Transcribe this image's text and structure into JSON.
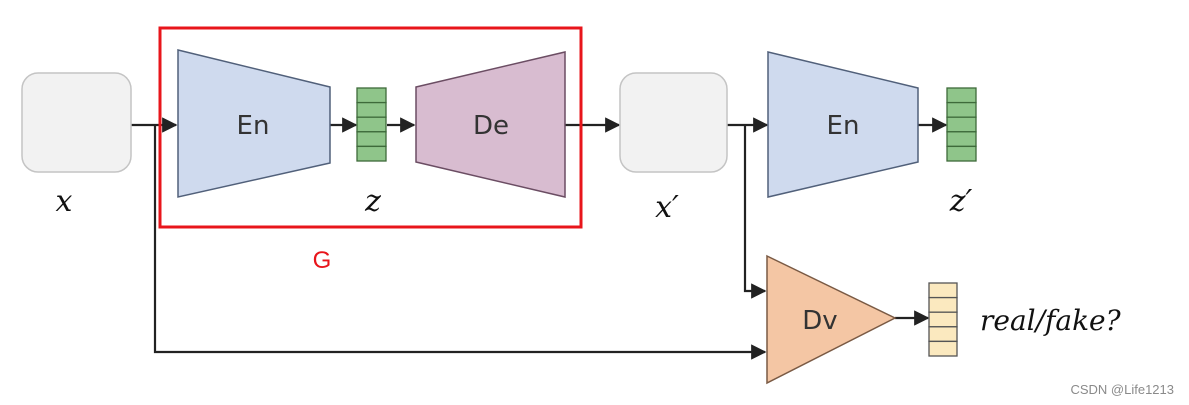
{
  "blocks": {
    "encoder1": "En",
    "decoder": "De",
    "encoder2": "En",
    "discriminator": "Dv"
  },
  "symbols": {
    "input": "x",
    "latent": "z",
    "reconstruction": "x′",
    "latent2": "z′",
    "output": "real/fake?"
  },
  "generator_label": "G",
  "watermark": "CSDN @Life1213",
  "colors": {
    "encoder_fill": "#cfdaee",
    "decoder_fill": "#d8bcd0",
    "discriminator_fill": "#f4c6a4",
    "latent_fill": "#8fc58a",
    "output_fill": "#fbe9bf",
    "generator_box": "#e8151b"
  }
}
